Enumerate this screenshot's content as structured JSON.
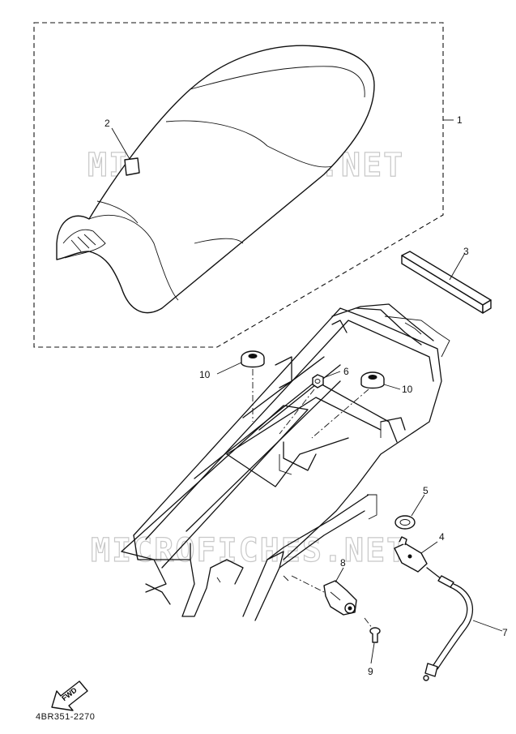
{
  "callouts": [
    {
      "id": "1",
      "label": "1"
    },
    {
      "id": "2",
      "label": "2"
    },
    {
      "id": "3",
      "label": "3"
    },
    {
      "id": "4",
      "label": "4"
    },
    {
      "id": "5",
      "label": "5"
    },
    {
      "id": "6",
      "label": "6"
    },
    {
      "id": "7",
      "label": "7"
    },
    {
      "id": "8",
      "label": "8"
    },
    {
      "id": "9",
      "label": "9"
    },
    {
      "id": "10a",
      "label": "10"
    },
    {
      "id": "10b",
      "label": "10"
    }
  ],
  "watermark": "MICROFICHES.NET",
  "fwd_label": "FWD",
  "catalog_number": "4BR351-2270"
}
